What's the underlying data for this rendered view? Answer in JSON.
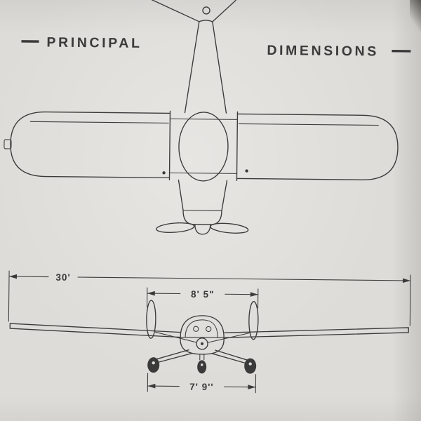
{
  "header": {
    "left_title": "PRINCIPAL",
    "right_title": "DIMENSIONS"
  },
  "dimensions": {
    "wingspan_label": "30'",
    "prop_width_label": "8' 5\"",
    "wheel_track_label": "7' 9''"
  },
  "colors": {
    "paper": "#dedcd8",
    "ink": "#3a3a3a"
  }
}
